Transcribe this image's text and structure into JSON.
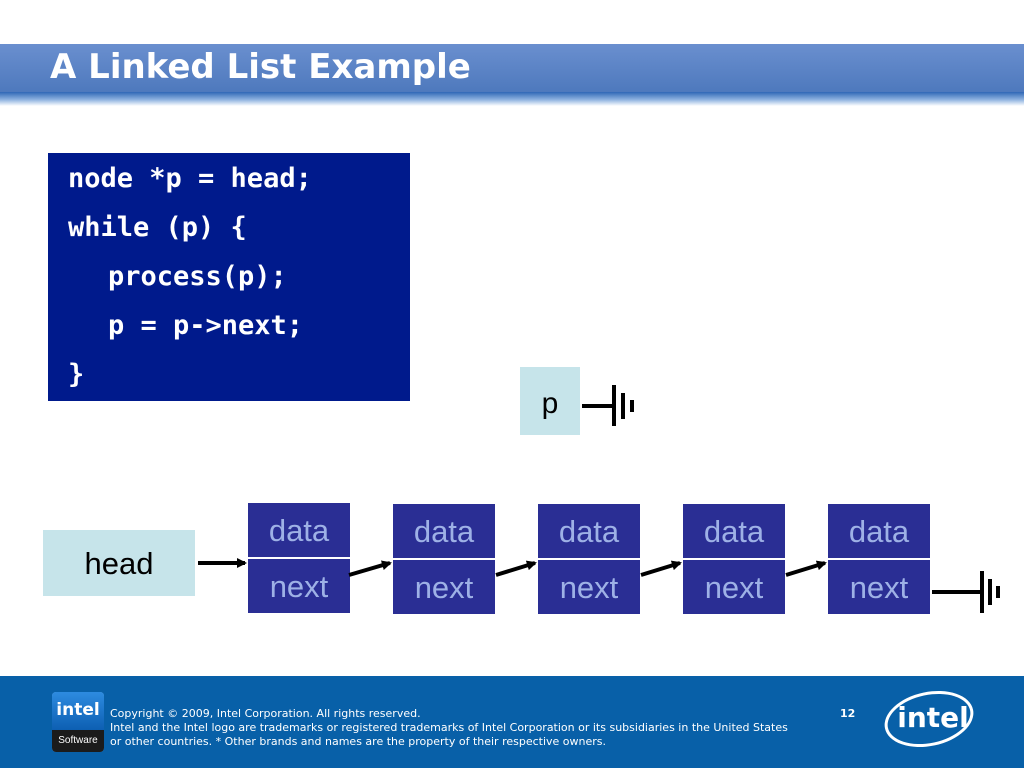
{
  "slide": {
    "title": "A Linked List Example",
    "page_number": "12"
  },
  "code": {
    "lines": [
      "node *p = head;",
      "while (p) {",
      "process(p);",
      "p = p->next;",
      "}"
    ]
  },
  "pointer_p": {
    "label": "p"
  },
  "head": {
    "label": "head"
  },
  "nodes": [
    {
      "data": "data",
      "next": "next"
    },
    {
      "data": "data",
      "next": "next"
    },
    {
      "data": "data",
      "next": "next"
    },
    {
      "data": "data",
      "next": "next"
    },
    {
      "data": "data",
      "next": "next"
    }
  ],
  "footer": {
    "copyright": "Copyright © 2009, Intel Corporation. All rights reserved.",
    "trademark_1": "Intel and the Intel logo are trademarks or registered trademarks of Intel Corporation or its subsidiaries in the United States",
    "trademark_2": "or other countries. * Other brands and names are the property of their respective owners.",
    "software_logo_top": "intel",
    "software_logo_bottom": "Software",
    "intel_logo": "intel"
  },
  "colors": {
    "title_bar": "#4e79bd",
    "code_bg": "#001a8c",
    "node_bg": "#2a2e94",
    "node_text": "#9eb1e6",
    "light_box": "#c6e4ea",
    "footer_bg": "#0860a8"
  }
}
